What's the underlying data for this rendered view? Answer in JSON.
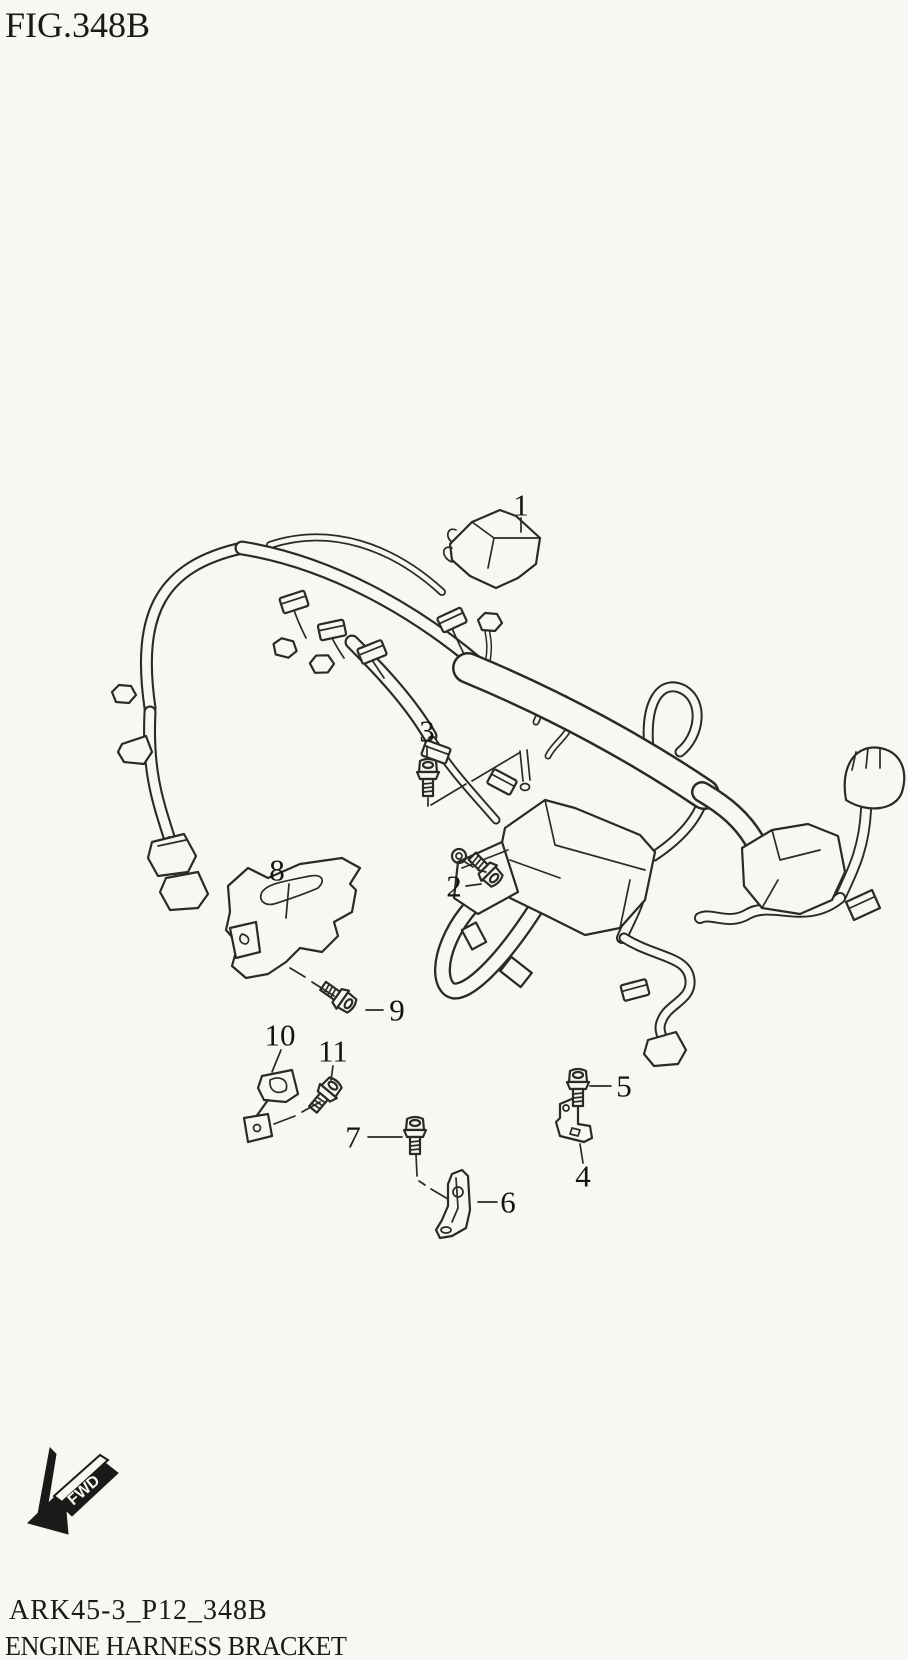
{
  "figure": {
    "title": "FIG.348B"
  },
  "diagram": {
    "type": "exploded-parts-line-drawing",
    "subject": "Engine wiring harness with mounting brackets, clamps and bolts",
    "callouts": [
      {
        "label": "1"
      },
      {
        "label": "2"
      },
      {
        "label": "3"
      },
      {
        "label": "4"
      },
      {
        "label": "5"
      },
      {
        "label": "6"
      },
      {
        "label": "7"
      },
      {
        "label": "8"
      },
      {
        "label": "9"
      },
      {
        "label": "10"
      },
      {
        "label": "11"
      }
    ]
  },
  "fwd_marker": {
    "label": "FWD"
  },
  "footer": {
    "code": "ARK45-3_P12_348B",
    "caption": "ENGINE HARNESS BRACKET"
  },
  "colors": {
    "background": "#f8f7f3",
    "line": "#2b2a28",
    "text": "#1b1a18"
  }
}
